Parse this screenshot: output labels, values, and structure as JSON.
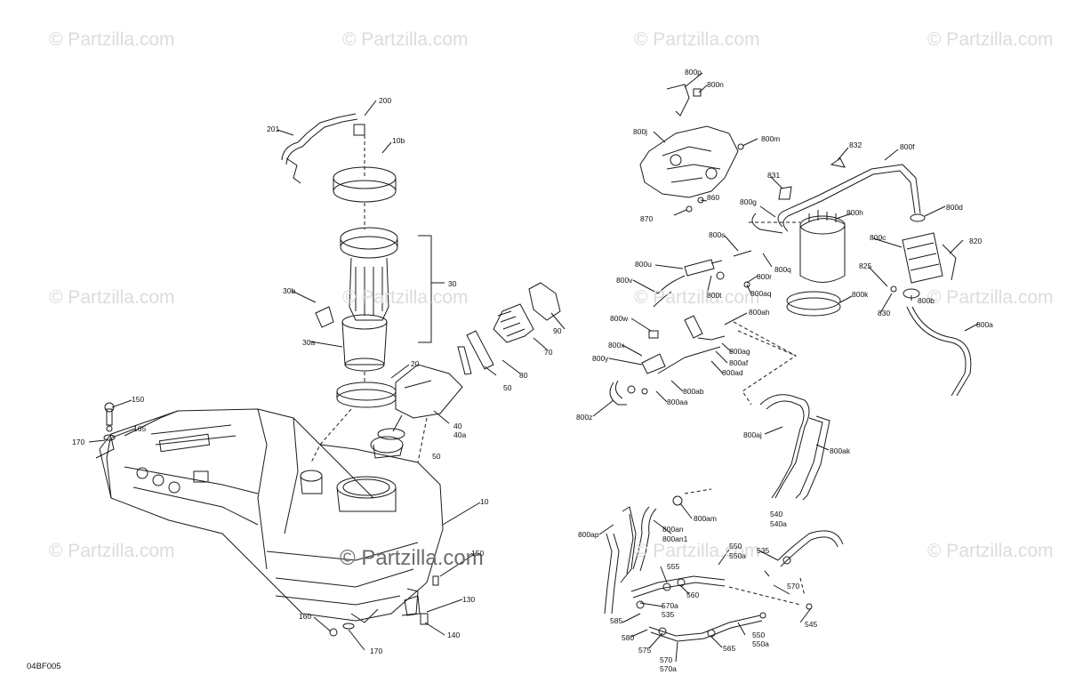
{
  "diagram_code": "04BF005",
  "watermarks": [
    "© Partzilla.com",
    "© Partzilla.com",
    "© Partzilla.com",
    "© Partzilla.com",
    "© Partzilla.com",
    "© Partzilla.com",
    "© Partzilla.com",
    "© Partzilla.com",
    "© Partzilla.com",
    "© Partzilla.com",
    "© Partzilla.com",
    "© Partzilla.com"
  ],
  "center_watermark": "© Partzilla.com",
  "part_labels": [
    "200",
    "201",
    "10b",
    "30",
    "30b",
    "30a",
    "20",
    "90",
    "70",
    "80",
    "50",
    "40",
    "40a",
    "50",
    "150",
    "165",
    "170",
    "10",
    "150",
    "130",
    "140",
    "160",
    "170",
    "800p",
    "800n",
    "800j",
    "800m",
    "832",
    "800f",
    "831",
    "860",
    "870",
    "800g",
    "800h",
    "800d",
    "800s",
    "800c",
    "820",
    "800u",
    "800q",
    "800r",
    "825",
    "800v",
    "800t",
    "800aq",
    "800k",
    "800b",
    "830",
    "800ah",
    "800w",
    "800a",
    "800x",
    "800ag",
    "800y",
    "800af",
    "800ad",
    "800ab",
    "800aa",
    "800z",
    "800aj",
    "800ak",
    "800am",
    "800ap",
    "800an",
    "800an1",
    "540",
    "540a",
    "550",
    "550a",
    "555",
    "535",
    "560",
    "570",
    "570a",
    "535",
    "585",
    "545",
    "580",
    "550",
    "550a",
    "575",
    "565",
    "570",
    "570a"
  ]
}
